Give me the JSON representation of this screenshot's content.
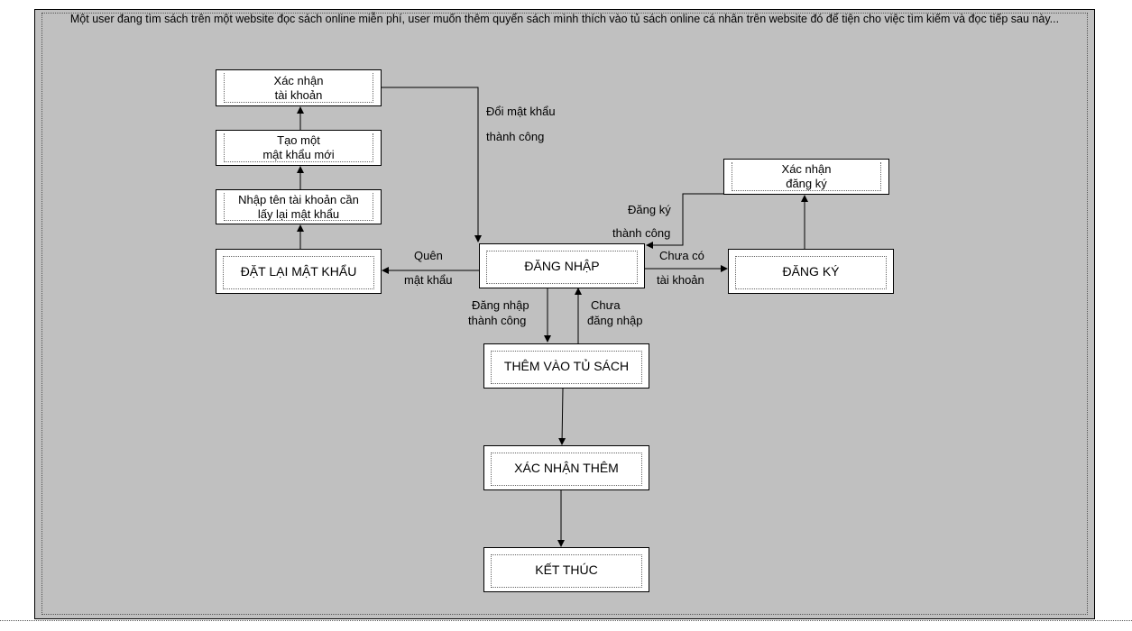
{
  "intro_text": "Một user đang tìm sách trên một website đọc sách online miễn phí, user muốn thêm quyển sách mình thích vào tủ sách online cá nhân trên website đó để tiện cho việc tìm kiếm và đọc tiếp sau này...",
  "nodes": {
    "xac_nhan_tai_khoan": "Xác nhận\ntài khoản",
    "tao_mat_khau": "Tạo một\nmật khẩu mới",
    "nhap_ten_tai_khoan": "Nhập tên tài khoản cần\nlấy lại mật khẩu",
    "dat_lai_mat_khau": "ĐẶT LẠI MẬT KHẨU",
    "dang_nhap": "ĐĂNG NHẬP",
    "dang_ky": "ĐĂNG KÝ",
    "xac_nhan_dang_ky": "Xác nhận\nđăng ký",
    "them_vao_tu_sach": "THÊM VÀO TỦ SÁCH",
    "xac_nhan_them": "XÁC NHẬN THÊM",
    "ket_thuc": "KẾT THÚC"
  },
  "edge_labels": {
    "doi_mat_khau_1": "Đổi mật khẩu",
    "doi_mat_khau_2": "thành công",
    "dang_ky_tc_1": "Đăng ký",
    "dang_ky_tc_2": "thành công",
    "quen_1": "Quên",
    "quen_2": "mật khẩu",
    "chua_co_1": "Chưa có",
    "chua_co_2": "tài khoản",
    "dang_nhap_tc_1": "Đăng nhập",
    "dang_nhap_tc_2": "thành công",
    "chua_dang_nhap_1": "Chưa",
    "chua_dang_nhap_2": "đăng nhập"
  }
}
